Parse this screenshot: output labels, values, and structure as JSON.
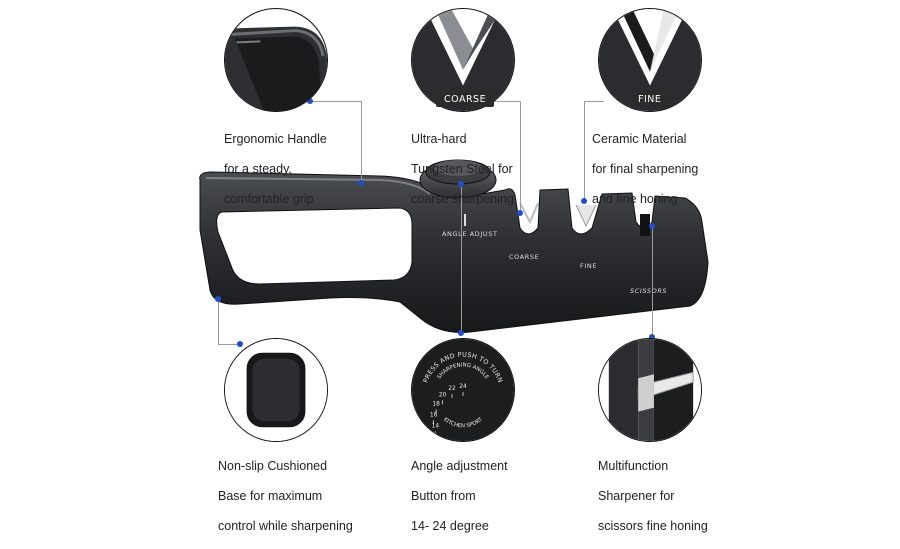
{
  "callouts": {
    "handle": {
      "lines": [
        "Ergonomic Handle",
        "for a steady,",
        "comfortable grip"
      ]
    },
    "coarse": {
      "tag": "COARSE",
      "lines": [
        "Ultra-hard",
        "Tungsten Steel for",
        "coarse sharpening"
      ]
    },
    "fine": {
      "tag": "FINE",
      "lines": [
        "Ceramic Material",
        "for final sharpening",
        "and fine honing"
      ]
    },
    "base": {
      "lines": [
        "Non-slip Cushioned",
        "Base for maximum",
        "control while sharpening"
      ]
    },
    "angle": {
      "lines": [
        "Angle adjustment",
        "Button from",
        "14- 24 degree"
      ]
    },
    "scissors": {
      "lines": [
        "Multifunction",
        "Sharpener for",
        "scissors fine honing"
      ]
    }
  },
  "product": {
    "angle_label": "ANGLE ADJUST",
    "coarse_label": "COARSE",
    "fine_label": "FINE",
    "scissors_label": "SCISSORS"
  },
  "dial": {
    "top_text": "PRESS AND PUSH TO TURN",
    "sub_text": "SHARPENING ANGLE",
    "mid_text": "KITCHEN SPORT",
    "ticks": [
      "14",
      "16",
      "18",
      "20",
      "22",
      "24"
    ]
  },
  "colors": {
    "product_dark": "#2a2c2e",
    "accent_dot": "#1f4fd1"
  }
}
